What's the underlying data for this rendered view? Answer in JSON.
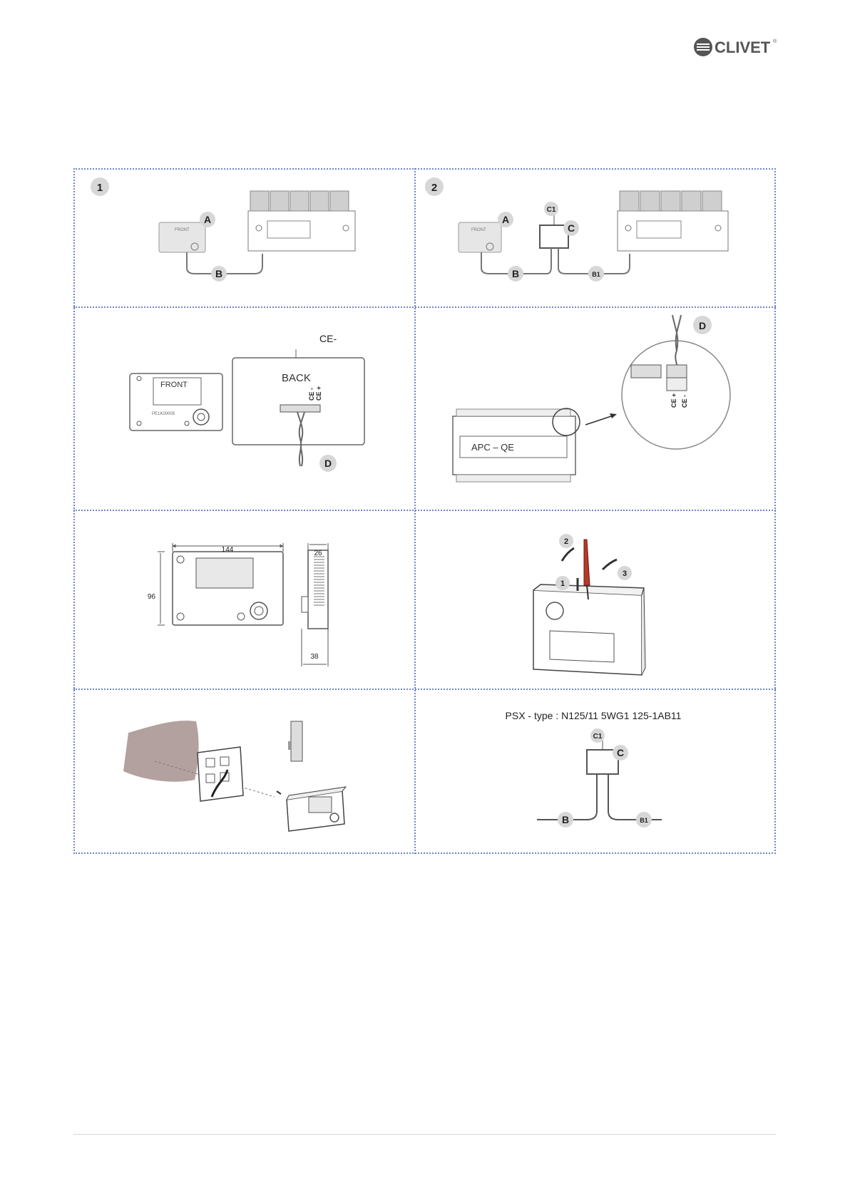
{
  "header": {
    "brand": "CLIVET",
    "trademark": "®"
  },
  "panels": {
    "p1": {
      "step": "1",
      "label_a": "A",
      "label_b": "B",
      "remote_front": "FRONT"
    },
    "p2": {
      "step": "2",
      "label_a": "A",
      "label_b": "B",
      "label_b1": "B1",
      "label_c": "C",
      "label_c1": "C1",
      "remote_front": "FRONT"
    },
    "p3": {
      "front": "FRONT",
      "model": "PE1K00005",
      "back": "BACK",
      "ce_minus": "CE-",
      "ce_plus_term": "CE +",
      "ce_minus_term": "CE -",
      "label_d": "D"
    },
    "p4": {
      "board_label": "APC  –  QE",
      "ce_plus": "CE +",
      "ce_minus": "CE -",
      "label_d": "D"
    },
    "p5": {
      "width": "144",
      "height": "96",
      "depth_top": "26",
      "depth_bottom": "38"
    },
    "p6": {
      "step1": "1",
      "step2": "2",
      "step3": "3"
    },
    "p8": {
      "psx_text": "PSX - type : N125/11 5WG1 125-1AB11",
      "label_c1": "C1",
      "label_c": "C",
      "label_b": "B",
      "label_b1": "B1"
    }
  }
}
